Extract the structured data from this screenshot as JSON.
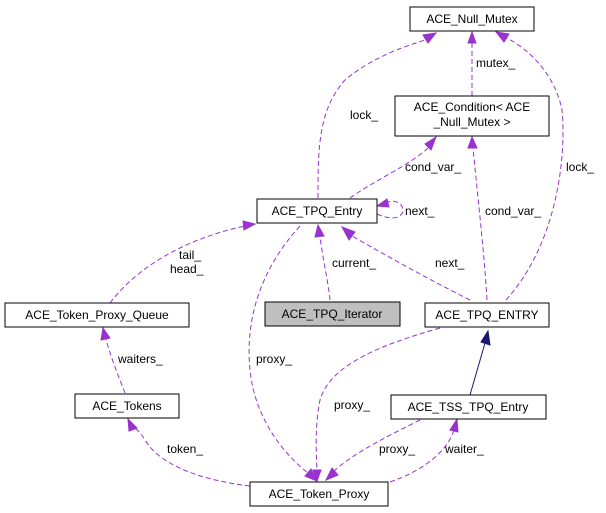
{
  "colors": {
    "usage_edge": "#9a32cd",
    "inherit_edge": "#191970",
    "focus_node_fill": "#bfbfbf"
  },
  "nodes": {
    "null_mutex": "ACE_Null_Mutex",
    "condition_line1": "ACE_Condition< ACE",
    "condition_line2": "_Null_Mutex >",
    "tpq_entry": "ACE_TPQ_Entry",
    "token_proxy_queue": "ACE_Token_Proxy_Queue",
    "tpq_iterator": "ACE_TPQ_Iterator",
    "tpq_entry_upper": "ACE_TPQ_ENTRY",
    "tokens": "ACE_Tokens",
    "tss_tpq_entry": "ACE_TSS_TPQ_Entry",
    "token_proxy": "ACE_Token_Proxy"
  },
  "edge_labels": {
    "mutex": "mutex_",
    "lock_left": "lock_",
    "lock_right": "lock_",
    "cond_var_left": "cond_var_",
    "cond_var_right": "cond_var_",
    "next_self": "next_",
    "next_from_upper": "next_",
    "tail_head_line1": "tail_",
    "tail_head_line2": "head_",
    "current": "current_",
    "waiters": "waiters_",
    "proxy_left": "proxy_",
    "proxy_mid": "proxy_",
    "proxy_right": "proxy_",
    "token": "token_",
    "waiter": "waiter_"
  }
}
